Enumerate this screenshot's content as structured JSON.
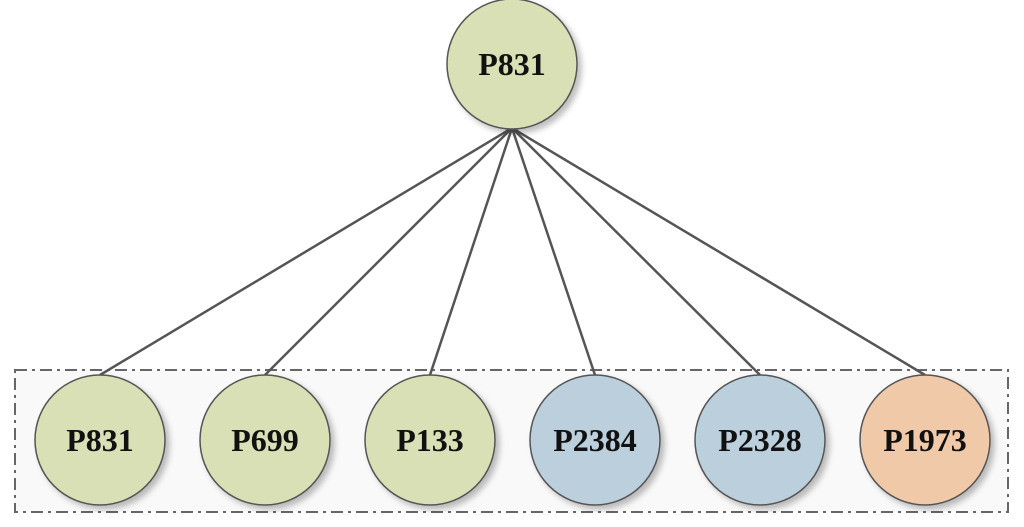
{
  "root": {
    "label": "P831",
    "color": "#d9e0b5"
  },
  "children": [
    {
      "label": "P831",
      "color": "#d9e0b5"
    },
    {
      "label": "P699",
      "color": "#d9e0b5"
    },
    {
      "label": "P133",
      "color": "#d9e0b5"
    },
    {
      "label": "P2384",
      "color": "#bccfdc"
    },
    {
      "label": "P2328",
      "color": "#bccfdc"
    },
    {
      "label": "P1973",
      "color": "#f0c9a8"
    }
  ],
  "styles": {
    "edge_color": "#555555",
    "node_border_color": "#555555",
    "group_border_color": "#666666",
    "group_fill": "#f9f9f9"
  }
}
